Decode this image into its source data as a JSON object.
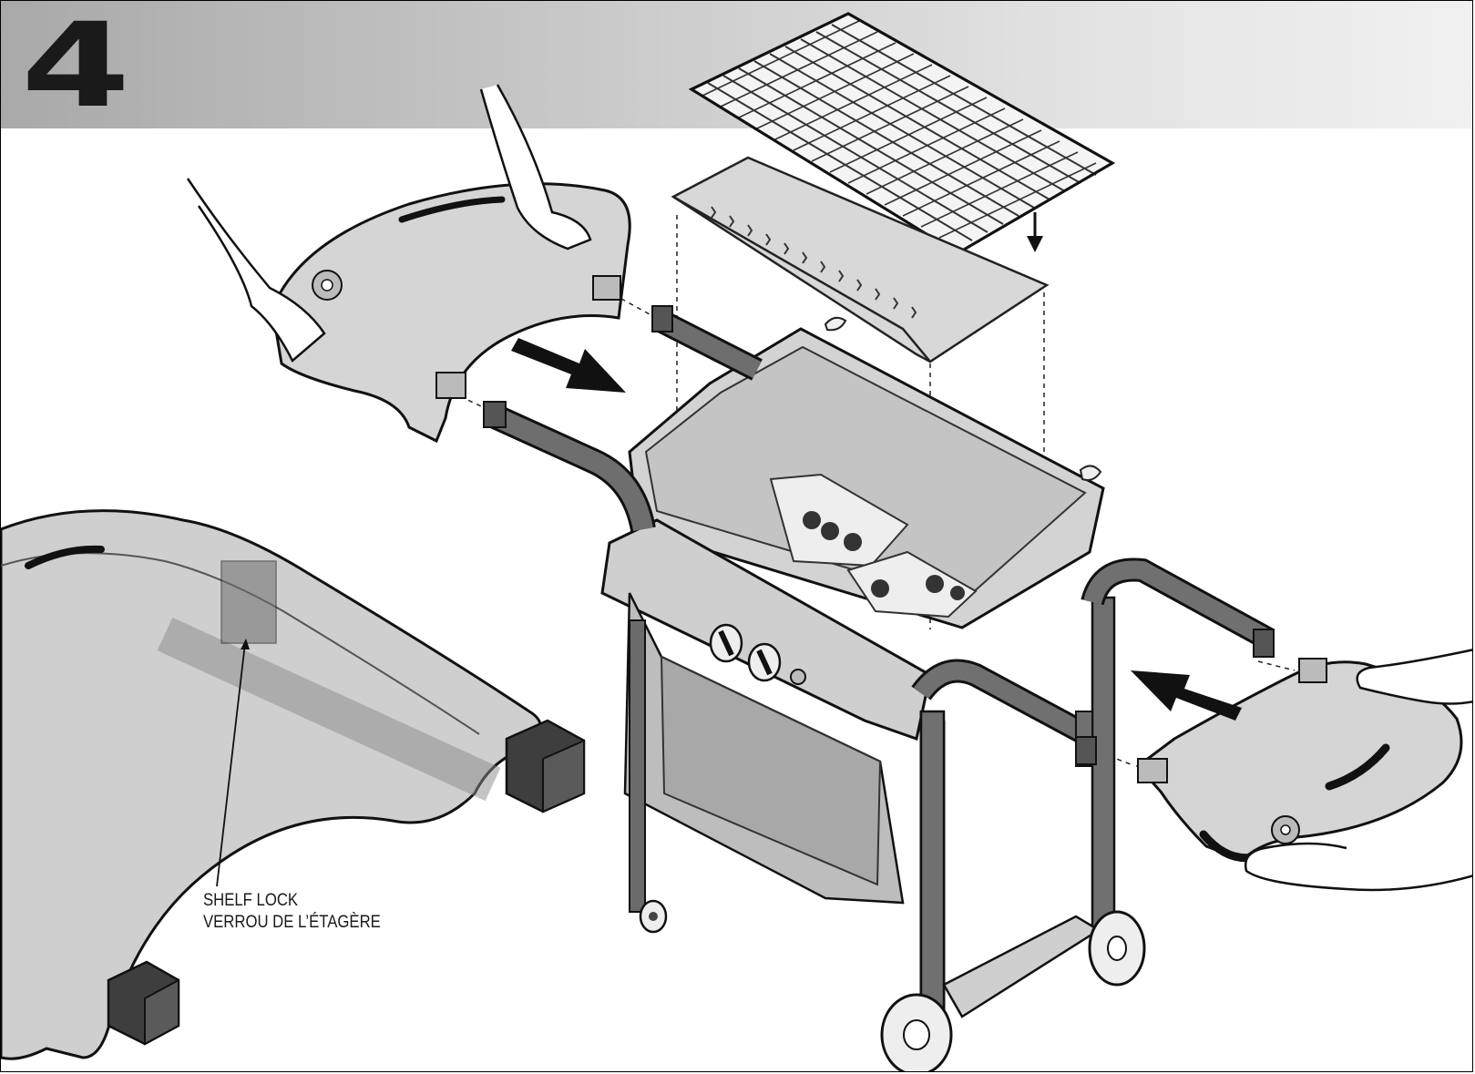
{
  "step": {
    "number": "4"
  },
  "callout": {
    "line_en": "SHELF LOCK",
    "line_fr": "VERROU DE L’ÉTAGÈRE"
  },
  "colors": {
    "header_gradient_start": "#a9a9a9",
    "header_gradient_end": "#f1f1f1",
    "part_fill": "#d6d6d6",
    "tube_fill": "#555555",
    "outline": "#1a1a1a"
  }
}
